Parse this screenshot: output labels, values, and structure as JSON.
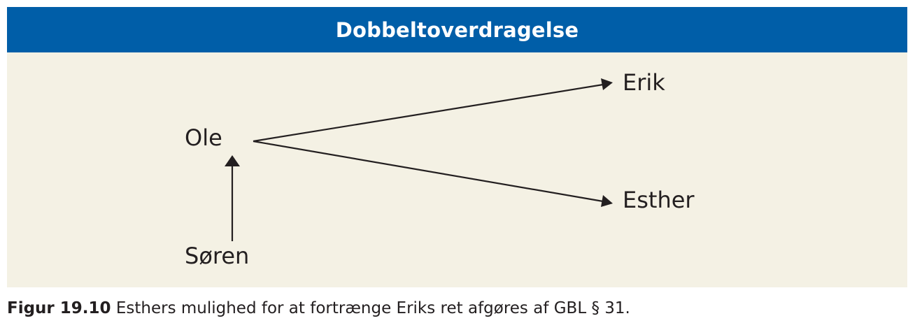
{
  "colors": {
    "header_bg": "#005ea8",
    "panel_bg": "#f4f1e4",
    "ink": "#231f20"
  },
  "header": {
    "title": "Dobbeltoverdragelse"
  },
  "nodes": {
    "ole": "Ole",
    "erik": "Erik",
    "esther": "Esther",
    "soren": "Søren"
  },
  "edges": [
    {
      "from": "Ole",
      "to": "Erik"
    },
    {
      "from": "Ole",
      "to": "Esther"
    },
    {
      "from": "Søren",
      "to": "Ole"
    }
  ],
  "caption": {
    "number": "Figur 19.10",
    "text": " Esthers mulighed for at fortrænge Eriks ret afgøres af GBL § 31."
  }
}
